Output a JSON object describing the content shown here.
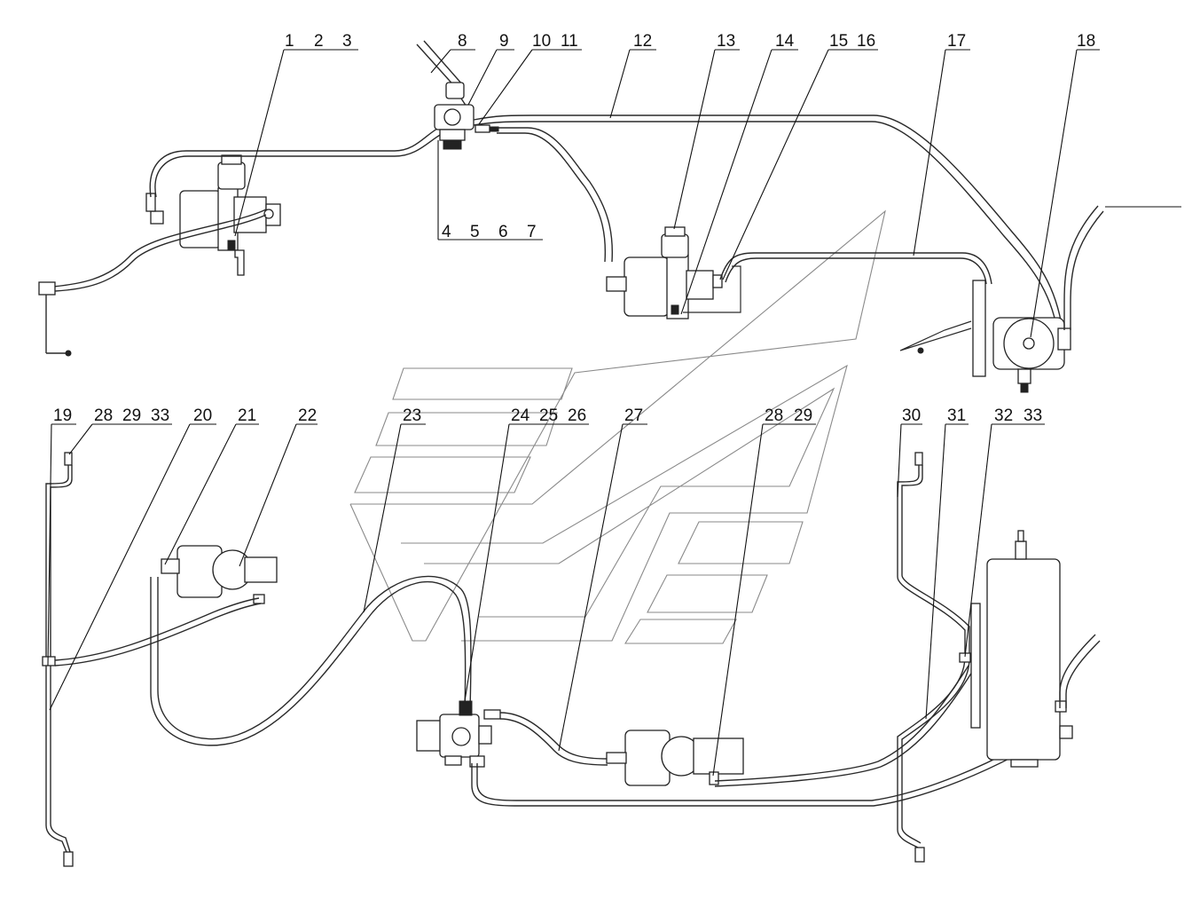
{
  "callouts": {
    "c1": "1",
    "c2": "2",
    "c3": "3",
    "c4": "4",
    "c5": "5",
    "c6": "6",
    "c7": "7",
    "c8": "8",
    "c9": "9",
    "c10": "10",
    "c11": "11",
    "c12": "12",
    "c13": "13",
    "c14": "14",
    "c15": "15",
    "c16": "16",
    "c17": "17",
    "c18": "18",
    "c19": "19",
    "c28a": "28",
    "c29a": "29",
    "c33a": "33",
    "c20": "20",
    "c21": "21",
    "c22": "22",
    "c23": "23",
    "c24": "24",
    "c25": "25",
    "c26": "26",
    "c27": "27",
    "c28b": "28",
    "c29b": "29",
    "c30": "30",
    "c31": "31",
    "c32": "32",
    "c33b": "33"
  },
  "icons": {
    "watermark": "watermark-logo"
  }
}
